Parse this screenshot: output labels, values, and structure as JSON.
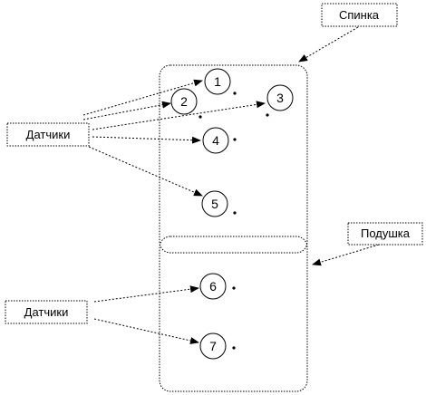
{
  "labels": {
    "back": "Спинка",
    "cushion": "Подушка",
    "sensors_top": "Датчики",
    "sensors_bottom": "Датчики"
  },
  "sensors": [
    "1",
    "2",
    "3",
    "4",
    "5",
    "6",
    "7"
  ]
}
